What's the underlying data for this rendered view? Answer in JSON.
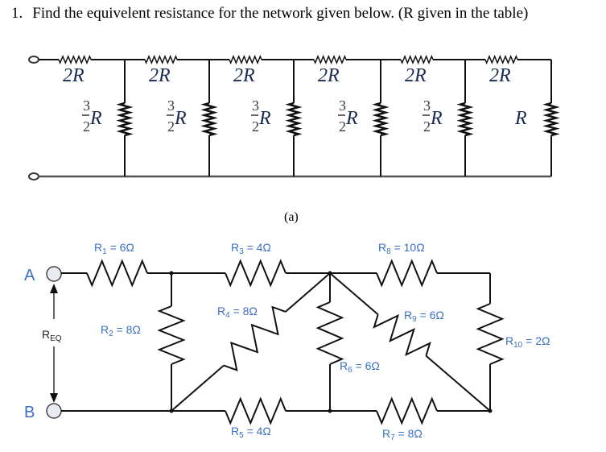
{
  "question": {
    "number": "1.",
    "text": "Find the equivelent resistance for the network given below. (R given in the table)"
  },
  "ladder": {
    "caption": "(a)",
    "series_label": "2R",
    "shunt_labels": [
      {
        "num": "3",
        "den": "2",
        "var": "R"
      },
      {
        "num": "3",
        "den": "2",
        "var": "R"
      },
      {
        "num": "3",
        "den": "2",
        "var": "R"
      },
      {
        "num": "3",
        "den": "2",
        "var": "R"
      },
      {
        "num": "3",
        "den": "2",
        "var": "R"
      },
      {
        "num": "",
        "den": "",
        "var": "R"
      }
    ]
  },
  "bridge": {
    "terminal_a": "A",
    "terminal_b": "B",
    "req_main": "R",
    "req_sub": "EQ",
    "resistors": [
      {
        "id": "R1",
        "main": "R",
        "sub": "1",
        "value": " = 6Ω"
      },
      {
        "id": "R2",
        "main": "R",
        "sub": "2",
        "value": " = 8Ω"
      },
      {
        "id": "R3",
        "main": "R",
        "sub": "3",
        "value": " = 4Ω"
      },
      {
        "id": "R4",
        "main": "R",
        "sub": "4",
        "value": " = 8Ω"
      },
      {
        "id": "R5",
        "main": "R",
        "sub": "5",
        "value": " = 4Ω"
      },
      {
        "id": "R6",
        "main": "R",
        "sub": "6",
        "value": " = 6Ω"
      },
      {
        "id": "R7",
        "main": "R",
        "sub": "7",
        "value": " = 8Ω"
      },
      {
        "id": "R8",
        "main": "R",
        "sub": "8",
        "value": " = 10Ω"
      },
      {
        "id": "R9",
        "main": "R",
        "sub": "9",
        "value": " = 6Ω"
      },
      {
        "id": "R10",
        "main": "R",
        "sub": "10",
        "value": " = 2Ω"
      }
    ]
  }
}
